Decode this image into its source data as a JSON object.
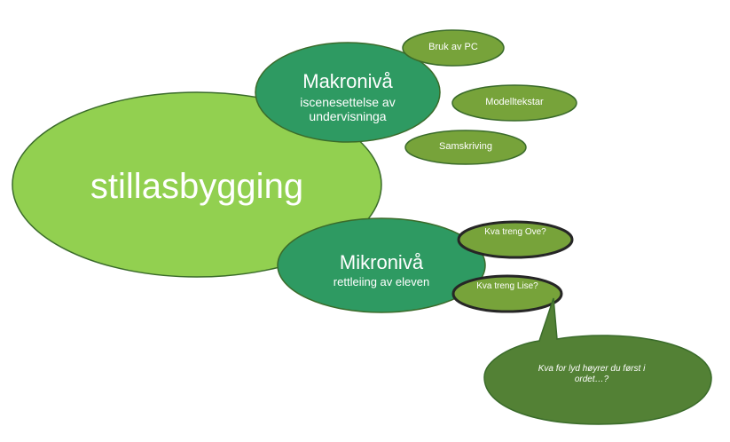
{
  "colors": {
    "light_green": "#92d050",
    "mid_green": "#2e9a62",
    "olive": "#77a33a",
    "dark_olive": "#538135",
    "outline_dark": "#262626"
  },
  "main": {
    "label": "stillasbygging"
  },
  "macro": {
    "title": "Makronivå",
    "subtitle": "iscenesettelse av undervisninga",
    "items": [
      "Bruk av PC",
      "Modelltekstar",
      "Samskriving"
    ]
  },
  "micro": {
    "title": "Mikronivå",
    "subtitle": "rettleiing av eleven",
    "items": [
      "Kva treng Ove?",
      "Kva treng Lise?"
    ]
  },
  "speech": {
    "text": "Kva for lyd høyrer du først i ordet…?"
  }
}
